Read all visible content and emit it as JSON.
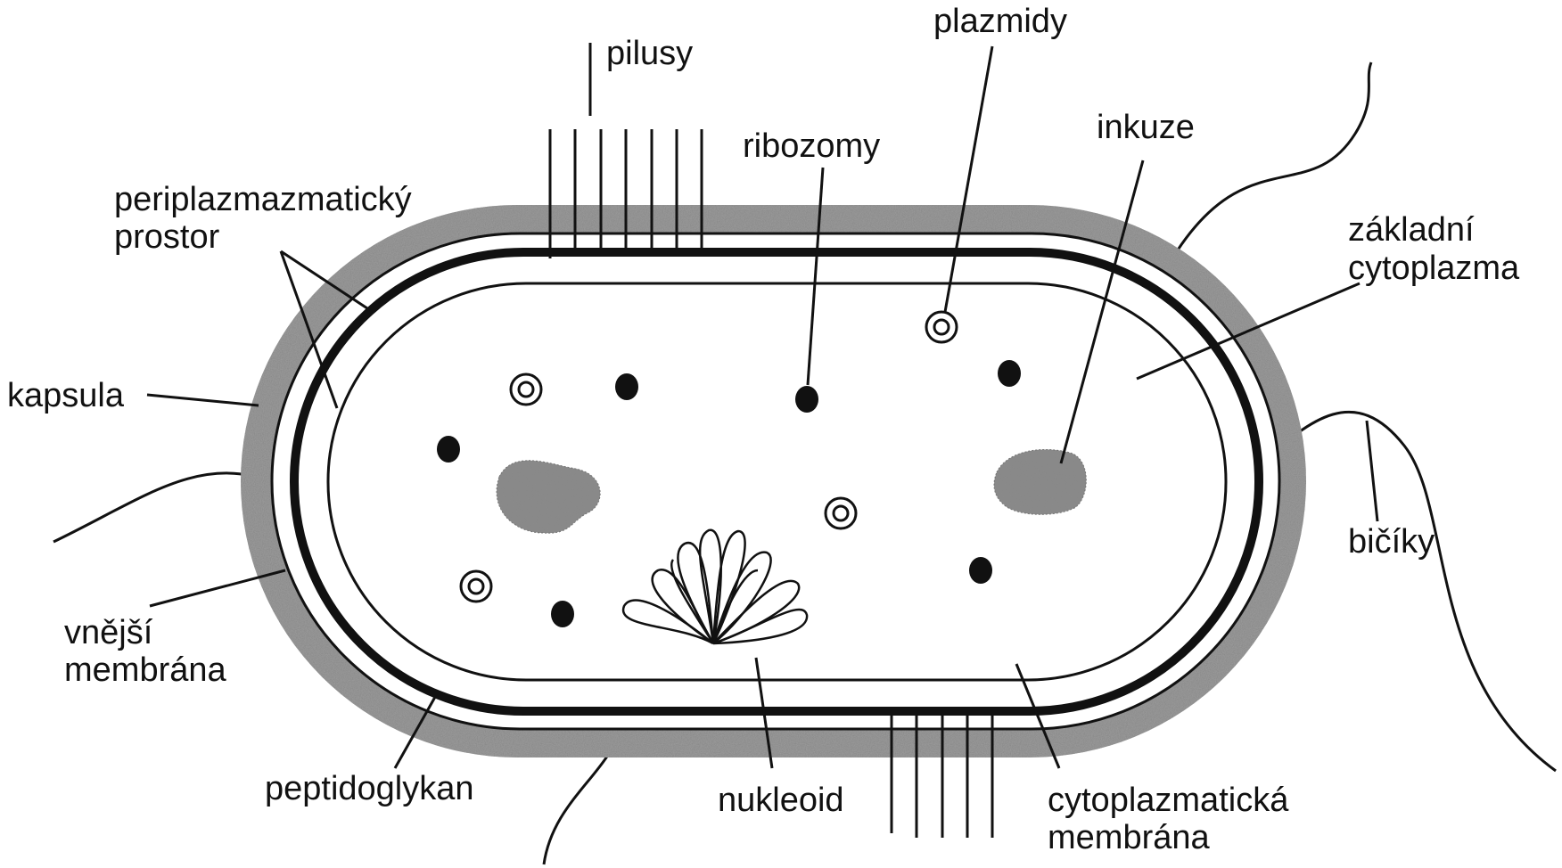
{
  "labels": {
    "pilusy": "pilusy",
    "plazmidy": "plazmidy",
    "ribozomy": "ribozomy",
    "inkuze": "inkuze",
    "periplazm_1": "periplazmazmatický",
    "periplazm_2": "prostor",
    "zakladni_1": "základní",
    "zakladni_2": "cytoplazma",
    "kapsula": "kapsula",
    "bicik": "bičíky",
    "vnejsi_1": "vnější",
    "vnejsi_2": "membrána",
    "peptidoglykan": "peptidoglykan",
    "nukleoid": "nukleoid",
    "cytoplazm_1": "cytoplazmatická",
    "cytoplazm_2": "membrána"
  },
  "colors": {
    "ink": "#111111",
    "capsule": "#9a9a9a",
    "background": "#ffffff"
  }
}
